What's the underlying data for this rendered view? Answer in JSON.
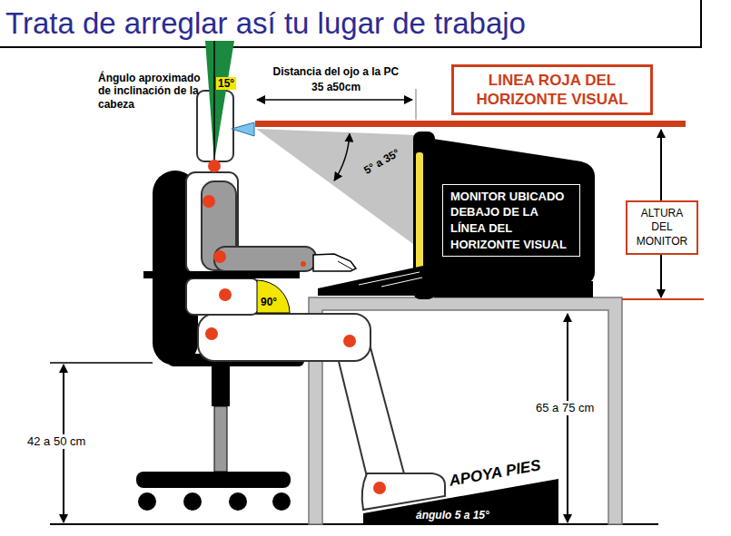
{
  "diagram": {
    "title": "Trata de arreglar así tu lugar de trabajo",
    "nodes": [
      {
        "text": [
          "LINEA ROJA DEL HORIZONTE VISUAL"
        ]
      },
      {
        "text": [
          "MONITOR UBICADO DEBAJO DE LA LÍNEA DEL HORIZONTE VISUAL"
        ]
      },
      {
        "text": [
          "ALTURA DEL MONITOR"
        ]
      },
      {
        "text": [
          "APOYA PIES",
          "ángulo 5 a 15°"
        ]
      }
    ],
    "labels": [
      "Ángulo aproximado de inclinación de la cabeza",
      "15°",
      "Distancia del ojo a la PC",
      "35 a50cm",
      "5° a 35°",
      "90°",
      "42 a 50 cm",
      "65 a 75 cm"
    ]
  }
}
